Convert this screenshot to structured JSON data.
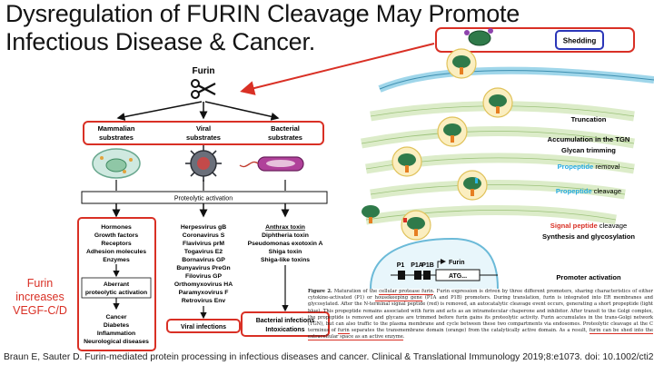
{
  "title": {
    "line1": "Dysregulation of FURIN Cleavage May Promote",
    "line2": "Infectious Disease & Cancer."
  },
  "left": {
    "furin": "Furin",
    "substrates": [
      {
        "line1": "Mammalian",
        "line2": "substrates"
      },
      {
        "line1": "Viral",
        "line2": "substrates"
      },
      {
        "line1": "Bacterial",
        "line2": "substrates"
      }
    ],
    "proteolytic": "Proteolytic activation",
    "mammalian_list": [
      "Hormones",
      "Growth factors",
      "Receptors",
      "Adhesion molecules",
      "Enzymes"
    ],
    "aberrant": {
      "line1": "Aberrant",
      "line2": "proteolytic activation"
    },
    "diseases": [
      "Cancer",
      "Diabetes",
      "Inflammation",
      "Neurological diseases"
    ],
    "viral_list": [
      "Herpesvirus gB",
      "Coronavirus S",
      "Flavivirus prM",
      "Togavirus E2",
      "Bornavirus GP",
      "Bunyavirus PreGn",
      "Filovirus GP",
      "Orthomyxovirus HA",
      "Paramyxovirus F",
      "Retrovirus Env"
    ],
    "viral_infections": "Viral infections",
    "bacterial_list": [
      "Anthrax toxin",
      "Diphtheria toxin",
      "Pseudomonas exotoxin A",
      "Shiga toxin",
      "Shiga-like toxins"
    ],
    "bacterial_outcome": {
      "line1": "Bacterial infections",
      "line2": "Intoxications"
    }
  },
  "furin_note": {
    "line1": "Furin",
    "line2": "increases",
    "line3": "VEGF-C/D"
  },
  "right": {
    "shedding": "Shedding",
    "truncation": "Truncation",
    "tgn": "Accumulation in the TGN",
    "glycan": "Glycan trimming",
    "propeptide": "Propeptide",
    "removal": " removal",
    "cleavage": " cleavage",
    "signal_peptide": "Signal peptide",
    "signal_cleavage": " cleavage",
    "synthesis": "Synthesis and glycosylation",
    "promoter": "Promoter activation",
    "gene": {
      "p1": "P1",
      "p1a": "P1A",
      "p1b": "P1B",
      "furin": "Furin",
      "atg": "ATG..."
    }
  },
  "caption": {
    "label": "Figure 2.",
    "t1": " Maturation of the ",
    "u1": "cellular protease furin",
    "t2": ". Furin expression is driven by three different promoters, sharing characteristics of either cytokine-activated (P1) or ",
    "u2": "housekeeping gene",
    "t3": " (P1A and P1B) promoters. During translation, furin is integrated into ER membranes and glycosylated. After the N-terminal signal peptide (red) is removed, an autocatalytic cleavage event occurs, generating a short propeptide (light blue). This propeptide remains associated with furin and acts as an intramolecular chaperone and inhibitor. After transit to the Golgi complex, the propeptide is removed and glycans are trimmed before furin gains its proteolytic activity. Furin accumulates in the trans-Golgi network (TGN), but can also traffic to the plasma membrane and cycle between these two compartments via endosomes. Proteolytic cleavage at the C terminus of ",
    "u3": "furin",
    "t4": " separates the transmembrane domain (orange) from the catalytically active domain. As a result, ",
    "u4": "furin can be shed into the extracellular space as an active enzyme",
    "t5": "."
  },
  "citation": "Braun E, Sauter D. Furin-mediated protein processing in infectious diseases and cancer. Clinical & Translational Immunology 2019;8:e1073. doi: 10.1002/cti2.1073"
}
